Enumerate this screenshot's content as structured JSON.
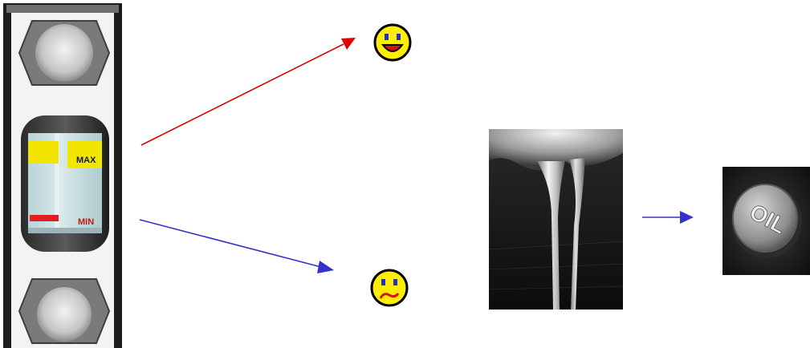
{
  "gauge": {
    "max_label": "MAX",
    "min_label": "MIN",
    "max_marker_color": "#f2e600",
    "min_marker_color": "#e02020"
  },
  "arrows": {
    "to_happy_color": "#e00000",
    "to_sad_color": "#3333cc",
    "to_cap_color": "#3333cc"
  },
  "smileys": {
    "happy": {
      "face_color": "#ffee00",
      "expression": "happy"
    },
    "sad": {
      "face_color": "#ffee00",
      "expression": "sad"
    }
  },
  "cap_photo": {
    "embossed_text": "OIL"
  },
  "icons": [
    "smiley-happy-icon",
    "smiley-sad-icon",
    "arrow-right-icon"
  ]
}
